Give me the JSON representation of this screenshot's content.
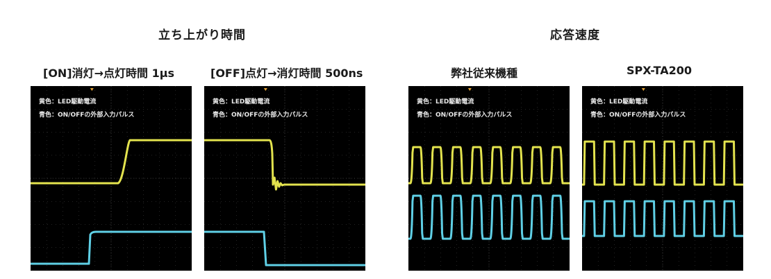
{
  "sections": {
    "rise_time": "立ち上がり時間",
    "response": "応答速度"
  },
  "legend": {
    "yellow": "黄色：LED駆動電流",
    "blue": "青色：ON/OFFの外部入力パルス"
  },
  "colors": {
    "yellow": "#e3e34e",
    "blue": "#5fd0e6",
    "grid": "#7a7a7a",
    "background": "#000000"
  },
  "chart_data": [
    {
      "type": "line",
      "title": "[ON]消灯→点灯時間 1μs",
      "x": [
        0,
        30,
        50,
        80,
        100
      ],
      "series": [
        {
          "values": [
            0,
            0,
            0,
            1,
            1
          ],
          "color": "#e3e34e"
        },
        {
          "values": [
            0,
            0,
            1,
            1,
            1
          ],
          "color": "#5fd0e6"
        }
      ]
    },
    {
      "type": "line",
      "title": "[OFF]点灯→消灯時間 500ns",
      "x": [
        0,
        38,
        42,
        46,
        100
      ],
      "series": [
        {
          "values": [
            1,
            1,
            0,
            0,
            0
          ],
          "color": "#e3e34e"
        },
        {
          "values": [
            1,
            1,
            0,
            0,
            0
          ],
          "color": "#5fd0e6"
        }
      ]
    },
    {
      "type": "line",
      "title": "弊社従来機種",
      "pulse_periods": 8,
      "series": [
        {
          "values": [
            0,
            1,
            0,
            1,
            0,
            1,
            0,
            1,
            0,
            1,
            0,
            1,
            0,
            1,
            0,
            1,
            0
          ],
          "color": "#e3e34e"
        },
        {
          "values": [
            0,
            1,
            0,
            1,
            0,
            1,
            0,
            1,
            0,
            1,
            0,
            1,
            0,
            1,
            0,
            1,
            0
          ],
          "color": "#5fd0e6"
        }
      ]
    },
    {
      "type": "line",
      "title": "SPX-TA200",
      "pulse_periods": 8,
      "series": [
        {
          "values": [
            0,
            1,
            0,
            1,
            0,
            1,
            0,
            1,
            0,
            1,
            0,
            1,
            0,
            1,
            0,
            1,
            0
          ],
          "color": "#e3e34e"
        },
        {
          "values": [
            0,
            1,
            0,
            1,
            0,
            1,
            0,
            1,
            0,
            1,
            0,
            1,
            0,
            1,
            0,
            1,
            0
          ],
          "color": "#5fd0e6"
        }
      ]
    }
  ]
}
